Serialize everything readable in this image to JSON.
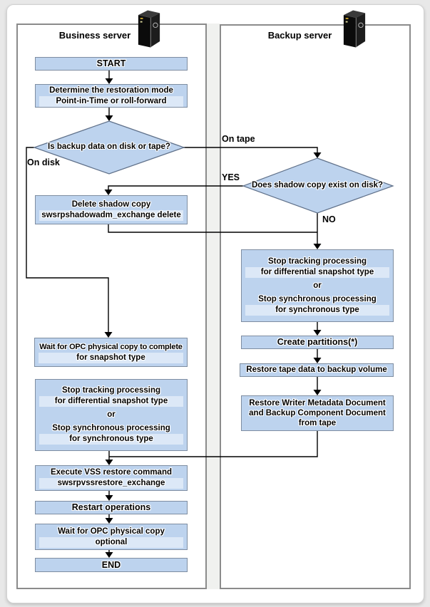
{
  "lanes": {
    "business": {
      "title": "Business server"
    },
    "backup": {
      "title": "Backup server"
    }
  },
  "labels": {
    "on_disk": "On disk",
    "on_tape": "On tape",
    "yes": "YES",
    "no": "NO"
  },
  "decisions": {
    "backup_media": {
      "text": "Is backup data on disk or tape?"
    },
    "shadow_copy": {
      "text": "Does shadow copy exist on disk?"
    }
  },
  "boxes": {
    "start": {
      "lines": [
        "START"
      ]
    },
    "determine": {
      "lines": [
        "Determine the restoration mode",
        "Point-in-Time or roll-forward"
      ]
    },
    "delete_shadow": {
      "lines": [
        "Delete shadow copy",
        "swsrpshadowadm_exchange delete"
      ]
    },
    "wait_opc_complete": {
      "lines": [
        "Wait for OPC physical copy to complete",
        "for snapshot type"
      ]
    },
    "stop_tracking_biz": {
      "lines": [
        "Stop tracking processing",
        "for differential snapshot type",
        "or",
        "Stop synchronous processing",
        "for synchronous type"
      ]
    },
    "execute_vss": {
      "lines": [
        "Execute VSS restore command",
        "swsrpvssrestore_exchange"
      ]
    },
    "restart_ops": {
      "lines": [
        "Restart operations"
      ]
    },
    "wait_opc_optional": {
      "lines": [
        "Wait for OPC physical copy",
        "optional"
      ]
    },
    "end": {
      "lines": [
        "END"
      ]
    },
    "stop_tracking_bak": {
      "lines": [
        "Stop tracking processing",
        "for differential snapshot type",
        "or",
        "Stop synchronous processing",
        "for synchronous type"
      ]
    },
    "create_partitions": {
      "lines": [
        "Create partitions(*)"
      ]
    },
    "restore_tape": {
      "lines": [
        "Restore tape data to backup volume"
      ]
    },
    "restore_writer": {
      "lines": [
        "Restore Writer Metadata Document",
        "and Backup Component Document",
        "from tape"
      ]
    }
  },
  "icons": {
    "business_server": "server-tower-icon",
    "backup_server": "server-tower-icon"
  },
  "colors": {
    "box_fill": "#bdd3ee",
    "box_band": "#dce8f7",
    "box_border": "#7e8da1",
    "lane_border": "#8b8b8b",
    "connector": "#000000",
    "card_bg": "#ffffff",
    "page_bg": "#e8e8e8"
  }
}
